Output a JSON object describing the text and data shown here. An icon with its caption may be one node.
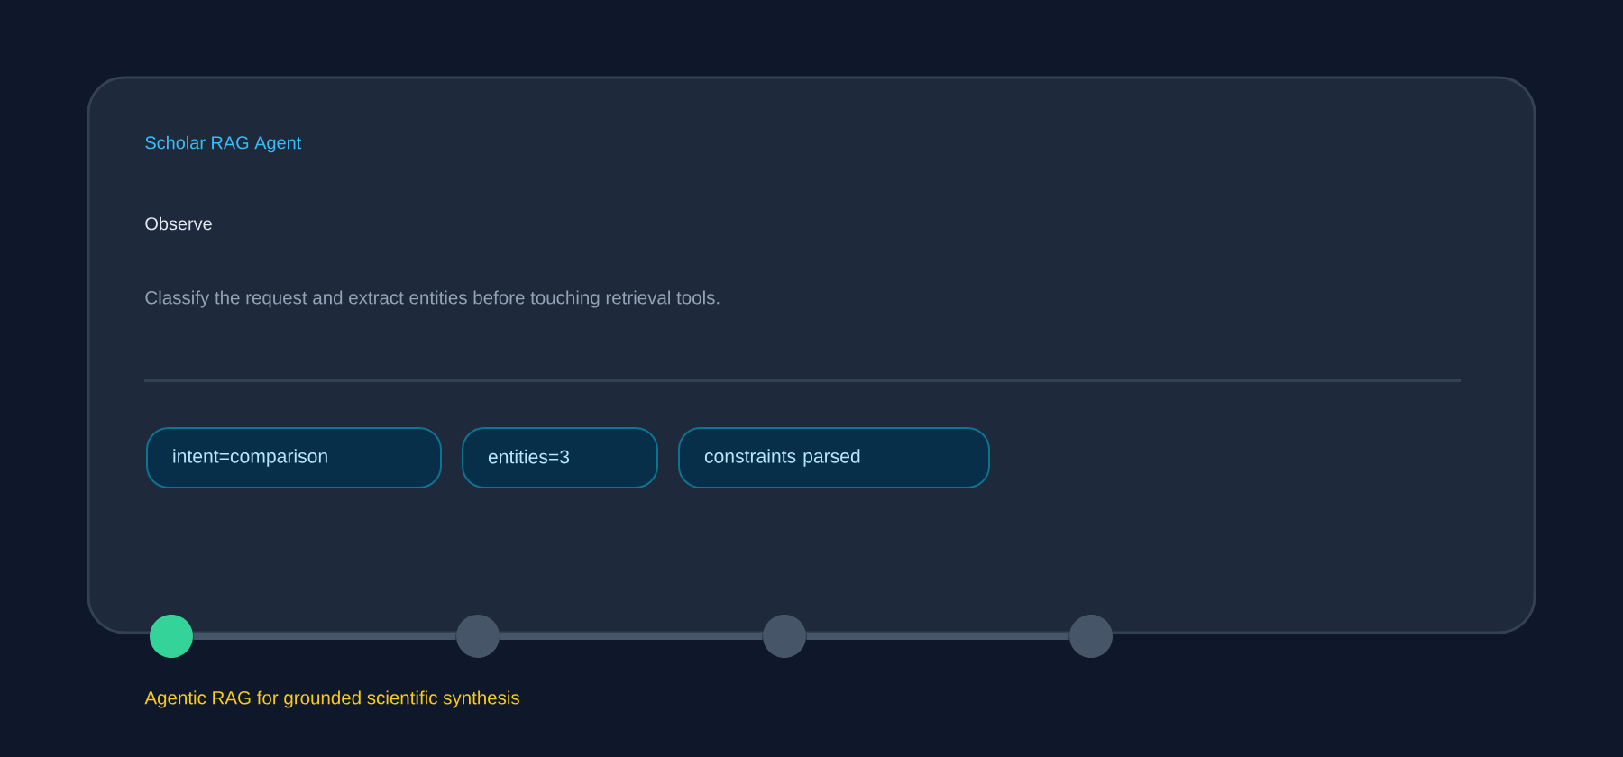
{
  "diagram": {
    "caption": "Agentic RAG for grounded scientific synthesis",
    "nodes": [
      {
        "text": [
          "Scholar RAG Agent",
          "Observe",
          "Classify the request and extract entities before touching retrieval tools."
        ]
      },
      {
        "text": [
          "intent=comparison"
        ],
        "in": 0
      },
      {
        "text": [
          "entities=3"
        ],
        "in": 0
      },
      {
        "text": [
          "constraints parsed"
        ],
        "in": 0
      },
      {
        "text": [],
        "shape": "circle"
      },
      {
        "text": [],
        "shape": "circle"
      },
      {
        "text": [],
        "shape": "circle"
      },
      {
        "text": [],
        "shape": "circle"
      }
    ],
    "edges": [
      {
        "from": 4,
        "to": 5,
        "arrow": "none"
      },
      {
        "from": 5,
        "to": 6,
        "arrow": "none"
      },
      {
        "from": 6,
        "to": 7,
        "arrow": "none"
      }
    ]
  }
}
